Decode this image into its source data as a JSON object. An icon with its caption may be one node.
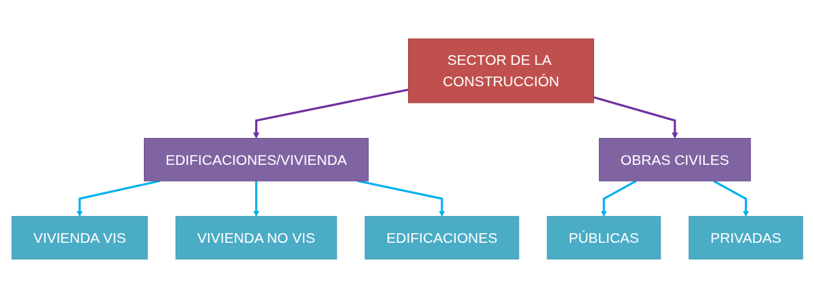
{
  "diagram": {
    "nodes": [
      {
        "text": [
          "SECTOR DE LA CONSTRUCCIÓN"
        ]
      },
      {
        "text": [
          "EDIFICACIONES/VIVIENDA"
        ]
      },
      {
        "text": [
          "OBRAS CIVILES"
        ]
      },
      {
        "text": [
          "VIVIENDA VIS"
        ]
      },
      {
        "text": [
          "VIVIENDA NO VIS"
        ]
      },
      {
        "text": [
          "EDIFICACIONES"
        ]
      },
      {
        "text": [
          "PÚBLICAS"
        ]
      },
      {
        "text": [
          "PRIVADAS"
        ]
      }
    ],
    "edges": [
      {
        "from": 0,
        "to": 1,
        "arrow": "to",
        "color": "#7030a0"
      },
      {
        "from": 0,
        "to": 2,
        "arrow": "to",
        "color": "#7030a0"
      },
      {
        "from": 1,
        "to": 3,
        "arrow": "to"
      },
      {
        "from": 1,
        "to": 4,
        "arrow": "to"
      },
      {
        "from": 1,
        "to": 5,
        "arrow": "to"
      },
      {
        "from": 2,
        "to": 6,
        "arrow": "to"
      },
      {
        "from": 2,
        "to": 7,
        "arrow": "to"
      }
    ]
  }
}
